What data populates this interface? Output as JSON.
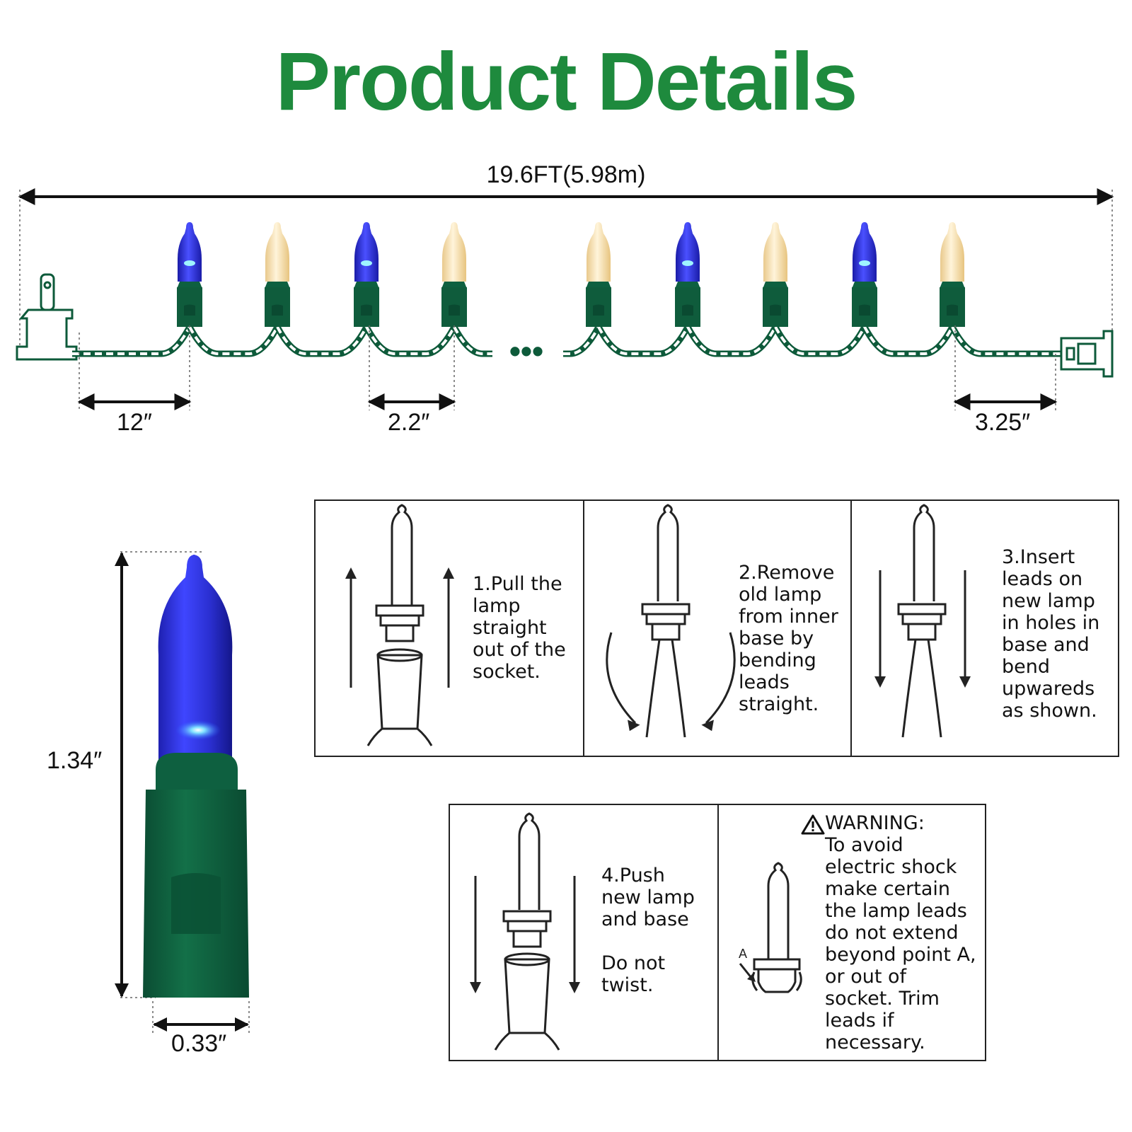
{
  "header": {
    "title": "Product Details"
  },
  "string_diagram": {
    "total_length": "19.6FT(5.98m)",
    "lead_length": "12″",
    "bulb_spacing": "2.2″",
    "end_length": "3.25″",
    "ellipsis": "…",
    "bulb_colors": [
      "blue",
      "warm-white",
      "blue",
      "warm-white",
      "warm-white",
      "blue",
      "warm-white",
      "blue",
      "warm-white"
    ],
    "colors": {
      "wire": "#0d5a3a",
      "blue": "#2b2fd6",
      "warm_white": "#f7e2b6",
      "socket": "#0f5c3c"
    }
  },
  "bulb_closeup": {
    "height": "1.34″",
    "width": "0.33″"
  },
  "steps": [
    {
      "number": "1",
      "text": "1.Pull the\nlamp\nstraight\nout of the\nsocket."
    },
    {
      "number": "2",
      "text": "2.Remove\nold lamp\nfrom inner\nbase by\nbending\nleads\nstraight."
    },
    {
      "number": "3",
      "text": "3.Insert\nleads on\nnew lamp\nin holes in\nbase and\nbend\nupwareds\nas shown."
    },
    {
      "number": "4",
      "text": "4.Push\nnew lamp\nand base\n\nDo not\ntwist."
    }
  ],
  "warning": {
    "title": "WARNING:",
    "text": "To avoid\nelectric shock\nmake certain\nthe lamp leads\ndo not extend\nbeyond point A,\nor out of\nsocket. Trim\nleads if\nnecessary.",
    "point_label": "A"
  }
}
